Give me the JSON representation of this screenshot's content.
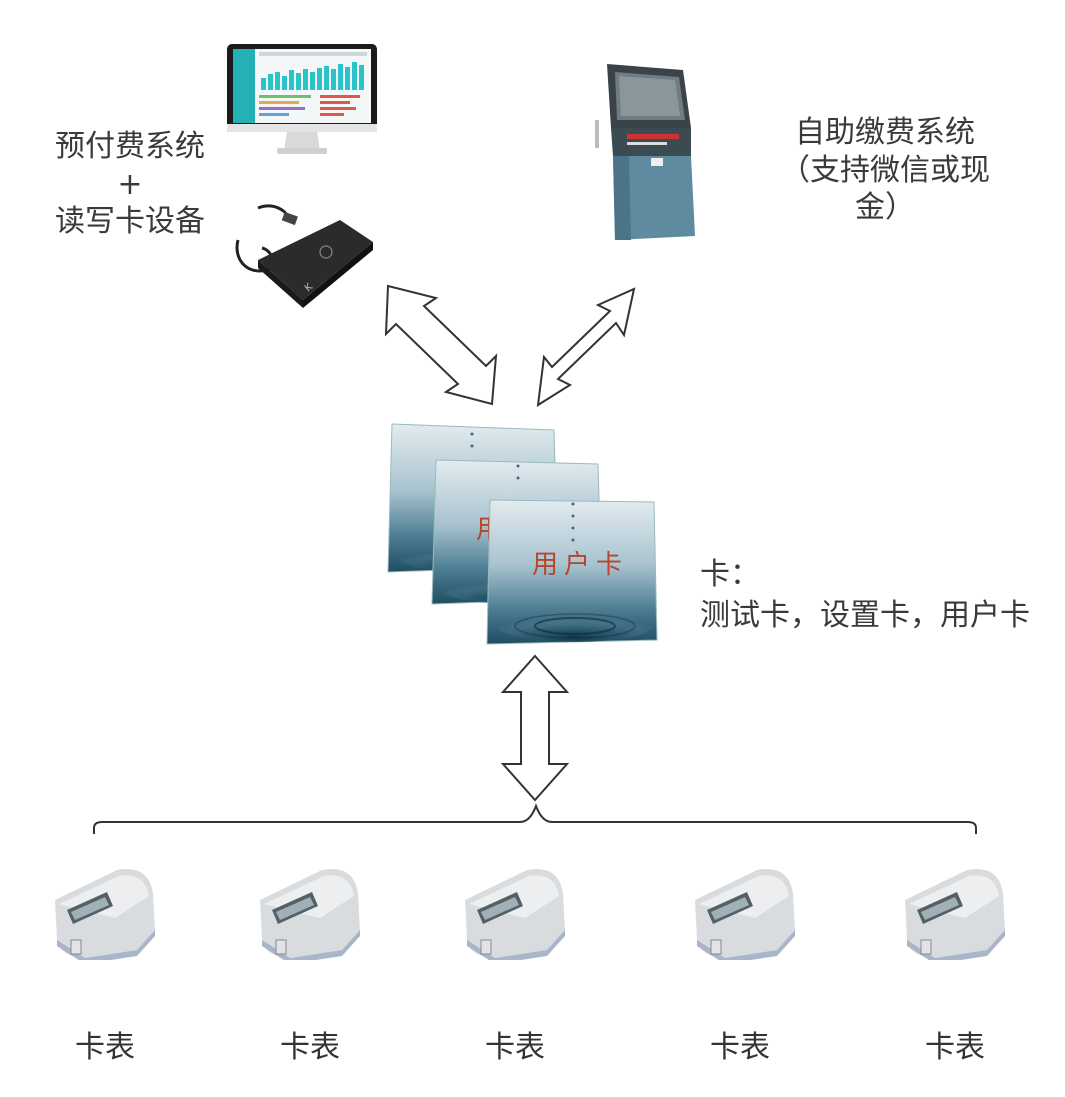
{
  "left_system": {
    "line1": "预付费系统",
    "line2": "+",
    "line3": "读写卡设备"
  },
  "right_system": {
    "line1": "自助缴费系统",
    "line2": "（支持微信或现金）"
  },
  "cards": {
    "card_text": "用户卡",
    "card_text_partial": "用",
    "label_line1": "卡：",
    "label_line2": "测试卡，设置卡，用户卡"
  },
  "meters": [
    {
      "label": "卡表"
    },
    {
      "label": "卡表"
    },
    {
      "label": "卡表"
    },
    {
      "label": "卡表"
    },
    {
      "label": "卡表"
    }
  ]
}
